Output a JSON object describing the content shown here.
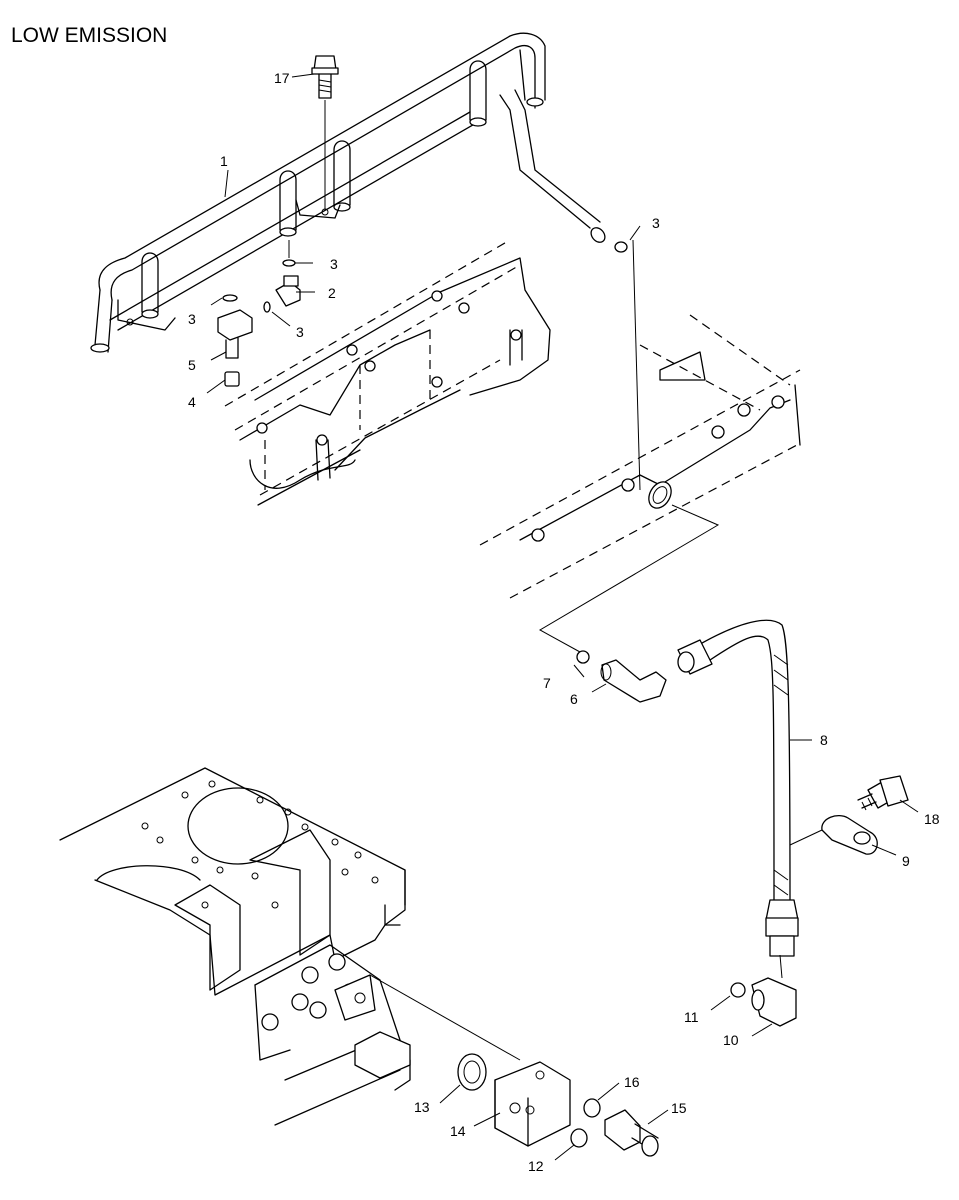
{
  "title": "LOW EMISSION",
  "callouts": [
    {
      "id": "c1",
      "label": "1"
    },
    {
      "id": "c2",
      "label": "2"
    },
    {
      "id": "c3a",
      "label": "3"
    },
    {
      "id": "c3b",
      "label": "3"
    },
    {
      "id": "c3c",
      "label": "3"
    },
    {
      "id": "c3d",
      "label": "3"
    },
    {
      "id": "c4",
      "label": "4"
    },
    {
      "id": "c5",
      "label": "5"
    },
    {
      "id": "c6",
      "label": "6"
    },
    {
      "id": "c7",
      "label": "7"
    },
    {
      "id": "c8",
      "label": "8"
    },
    {
      "id": "c9",
      "label": "9"
    },
    {
      "id": "c10",
      "label": "10"
    },
    {
      "id": "c11",
      "label": "11"
    },
    {
      "id": "c12",
      "label": "12"
    },
    {
      "id": "c13",
      "label": "13"
    },
    {
      "id": "c14",
      "label": "14"
    },
    {
      "id": "c15",
      "label": "15"
    },
    {
      "id": "c16",
      "label": "16"
    },
    {
      "id": "c17",
      "label": "17"
    },
    {
      "id": "c18",
      "label": "18"
    }
  ]
}
